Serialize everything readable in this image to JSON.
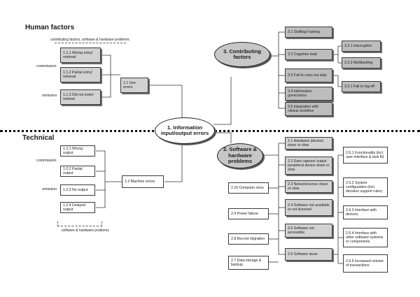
{
  "headings": {
    "human_factors": "Human factors",
    "technical": "Technical"
  },
  "notes": {
    "top": "contributing factors, software & hardware problems",
    "bottom": "software & hardware problems"
  },
  "side_labels": {
    "commission_top": "commission",
    "omission_top": "omission",
    "commission_bottom": "commission",
    "omission_bottom": "omission"
  },
  "center": "1. Information input/output errors",
  "user_errors": {
    "hub": "1.1 Use errors",
    "items": [
      "1.1.1 Wrong entry/ retrieval",
      "1.1.2 Partial entry/ retrieval",
      "1.1.3 Did not enter/ retrieve"
    ]
  },
  "machine_errors": {
    "hub": "1.2 Machine errors",
    "items": [
      "1.2.1 Wrong output",
      "1.2.2 Partial output",
      "1.2.3 No output",
      "1.2.4 Delayed output"
    ]
  },
  "contributing": {
    "title": "3. Contributing factors",
    "items": [
      "3.1 Staffing/ training",
      "3.2 Cognitive load",
      "3.3 Fail to carry out duty",
      "3.4 Information governance",
      "3.5 Integration with clinical workflow"
    ],
    "sub": [
      "3.2.1 Interruption",
      "3.2.2 Multitasking",
      "3.3.1 Fail to log-off"
    ]
  },
  "software": {
    "title": "2. Software & hardware problems",
    "middle": [
      "2.1 Hardware (device) down or slow",
      "2.2 Data capture/ output peripheral device down or slow",
      "2.3 Network/server down or slow",
      "2.4 Software not available or not licensed",
      "2.5 Software not accessible",
      "2.6 Software issue"
    ],
    "left": [
      "2.10 Computer virus",
      "2.9 Power failure",
      "2.8 Record migration",
      "2.7 Data storage & backup"
    ],
    "right": [
      "2.6.1 Functionality (incl. user interface & task fit)",
      "2.6.2 System configuration (incl. decision support rules)",
      "2.6.3 Interface with devices",
      "2.6.4 Interface with other software systems or components",
      "2.6.5 Increased volume of transactions"
    ]
  }
}
